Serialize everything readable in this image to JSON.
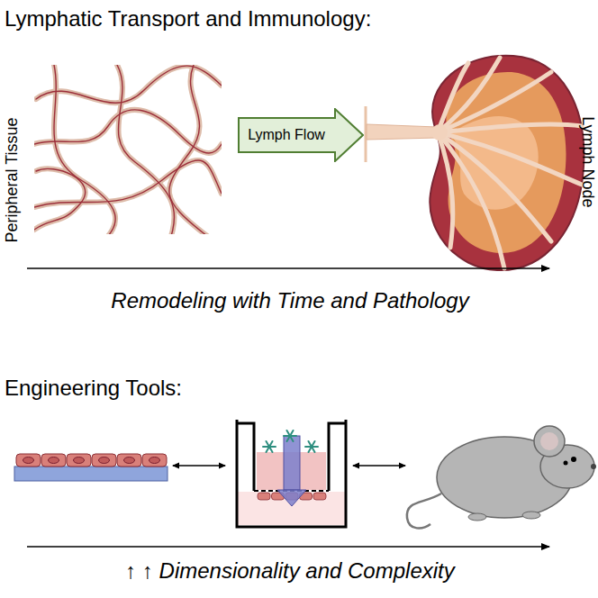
{
  "diagram": {
    "nodes": [
      {
        "text": [
          "Lymph Flow"
        ]
      }
    ],
    "labels": [
      "Lymphatic Transport and Immunology:",
      "Peripheral Tissue",
      "Lymph Node",
      "Remodeling with Time and Pathology",
      "Engineering Tools:",
      "↑ ↑ Dimensionality and Complexity"
    ]
  }
}
